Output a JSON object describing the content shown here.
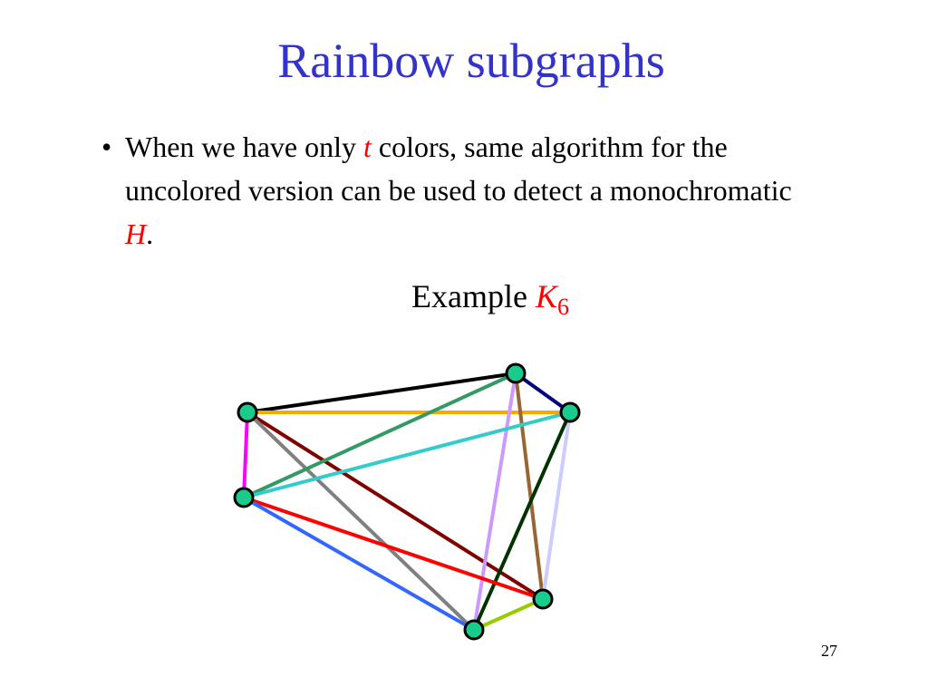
{
  "title": "Rainbow subgraphs",
  "bullet": {
    "marker": "•",
    "text_before": "When we have only ",
    "emph_1": "t",
    "text_middle": " colors, same algorithm for the uncolored version can be used to detect a monochromatic ",
    "emph_2": "H",
    "text_after": "."
  },
  "example": {
    "label": "Example ",
    "graph_letter": "K",
    "graph_subscript": "6"
  },
  "diagram": {
    "node_color": "#1acc8c",
    "node_stroke": "#000000",
    "edges": [
      {
        "from": "A",
        "to": "B",
        "color": "#000000"
      },
      {
        "from": "A",
        "to": "C",
        "color": "#ffa500"
      },
      {
        "from": "A",
        "to": "D",
        "color": "#ff00ff"
      },
      {
        "from": "A",
        "to": "E",
        "color": "#800000"
      },
      {
        "from": "A",
        "to": "F",
        "color": "#808080"
      },
      {
        "from": "B",
        "to": "C",
        "color": "#000080"
      },
      {
        "from": "B",
        "to": "D",
        "color": "#339966"
      },
      {
        "from": "B",
        "to": "E",
        "color": "#996633"
      },
      {
        "from": "B",
        "to": "F",
        "color": "#cc99ff"
      },
      {
        "from": "C",
        "to": "D",
        "color": "#33cccc"
      },
      {
        "from": "C",
        "to": "E",
        "color": "#ccccff"
      },
      {
        "from": "C",
        "to": "F",
        "color": "#003300"
      },
      {
        "from": "D",
        "to": "E",
        "color": "#ff0000"
      },
      {
        "from": "D",
        "to": "F",
        "color": "#3366ff"
      },
      {
        "from": "E",
        "to": "F",
        "color": "#99cc00"
      }
    ]
  },
  "page_number": "27"
}
